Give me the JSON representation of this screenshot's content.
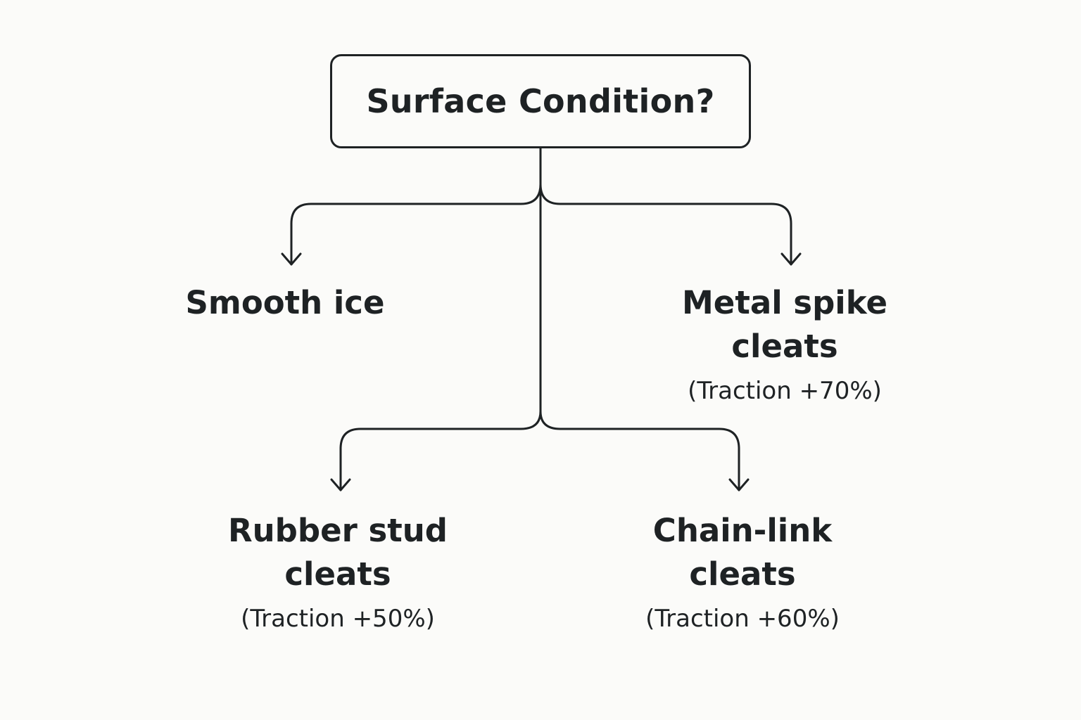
{
  "root": {
    "label": "Surface Condition?"
  },
  "nodes": {
    "smooth_ice": {
      "title": "Smooth ice"
    },
    "metal_spike": {
      "title_line1": "Metal spike",
      "title_line2": "cleats",
      "subtitle": "(Traction +70%)"
    },
    "rubber_stud": {
      "title_line1": "Rubber stud",
      "title_line2": "cleats",
      "subtitle": "(Traction +50%)"
    },
    "chain_link": {
      "title_line1": "Chain-link",
      "title_line2": "cleats",
      "subtitle": "(Traction +60%)"
    }
  },
  "colors": {
    "ink": "#1e2224",
    "background": "#fbfbf9"
  }
}
